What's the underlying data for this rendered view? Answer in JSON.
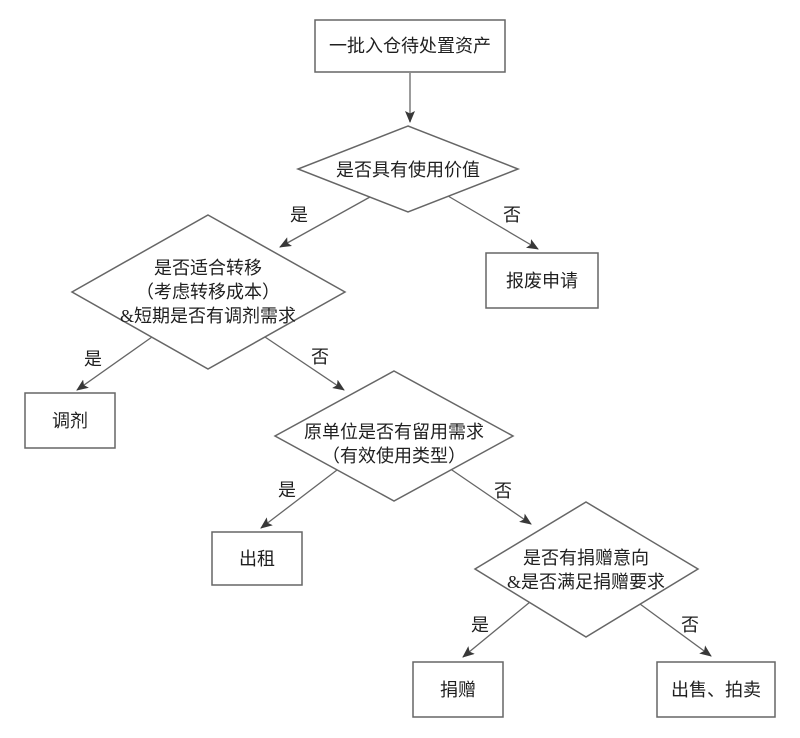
{
  "diagram": {
    "title_hint": "asset-disposal-flowchart",
    "colors": {
      "background": "#ffffff",
      "line": "#666666",
      "arrowhead": "#383838",
      "text": "#1f1f1f"
    },
    "nodes": {
      "start": {
        "label": "一批入仓待处置资产"
      },
      "decision_use_value": {
        "label": "是否具有使用价值"
      },
      "scrap": {
        "label": "报废申请"
      },
      "decision_transfer": {
        "line1": "是否适合转移",
        "line2": "（考虑转移成本）",
        "line3": "&短期是否有调剂需求"
      },
      "reallocate": {
        "label": "调剂"
      },
      "decision_retain": {
        "line1": "原单位是否有留用需求",
        "line2": "（有效使用类型）"
      },
      "rent": {
        "label": "出租"
      },
      "decision_donate": {
        "line1": "是否有捐赠意向",
        "line2": "&是否满足捐赠要求"
      },
      "donate": {
        "label": "捐赠"
      },
      "sell": {
        "label": "出售、拍卖"
      }
    },
    "edge_labels": {
      "d1_yes": "是",
      "d1_no": "否",
      "d2_yes": "是",
      "d2_no": "否",
      "d3_yes": "是",
      "d3_no": "否",
      "d4_yes": "是",
      "d4_no": "否"
    }
  }
}
